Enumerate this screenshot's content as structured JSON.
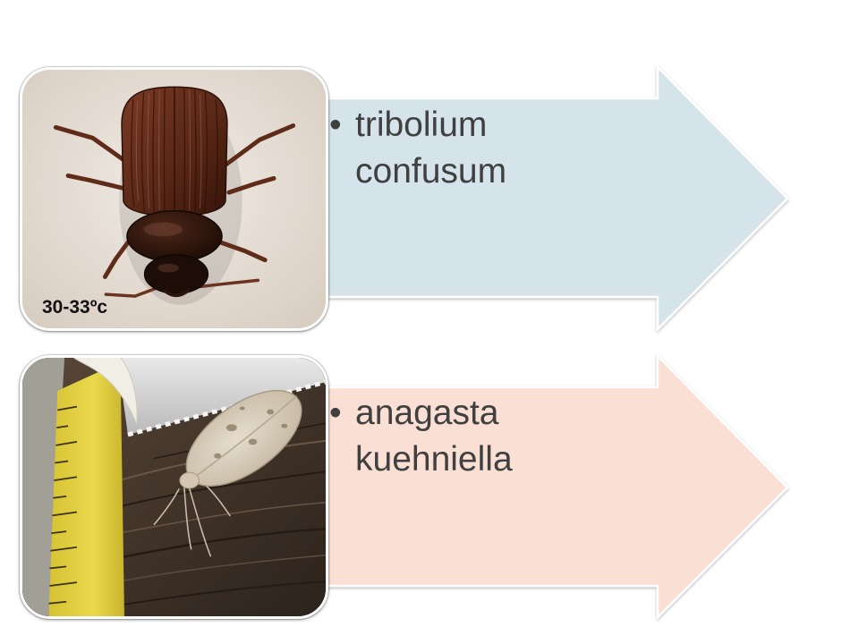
{
  "slide": {
    "rows": [
      {
        "bullet": "•",
        "text": "tribolium confusum",
        "fill": "#d5e3ea",
        "icon": "beetle-photo",
        "caption": "30-33ºc"
      },
      {
        "bullet": "•",
        "text": "anagasta kuehniella",
        "fill": "#fadfd4",
        "icon": "moth-photo"
      }
    ]
  },
  "colors": {
    "text": "#404040",
    "outline": "#c4c4c4",
    "background": "#ffffff"
  }
}
